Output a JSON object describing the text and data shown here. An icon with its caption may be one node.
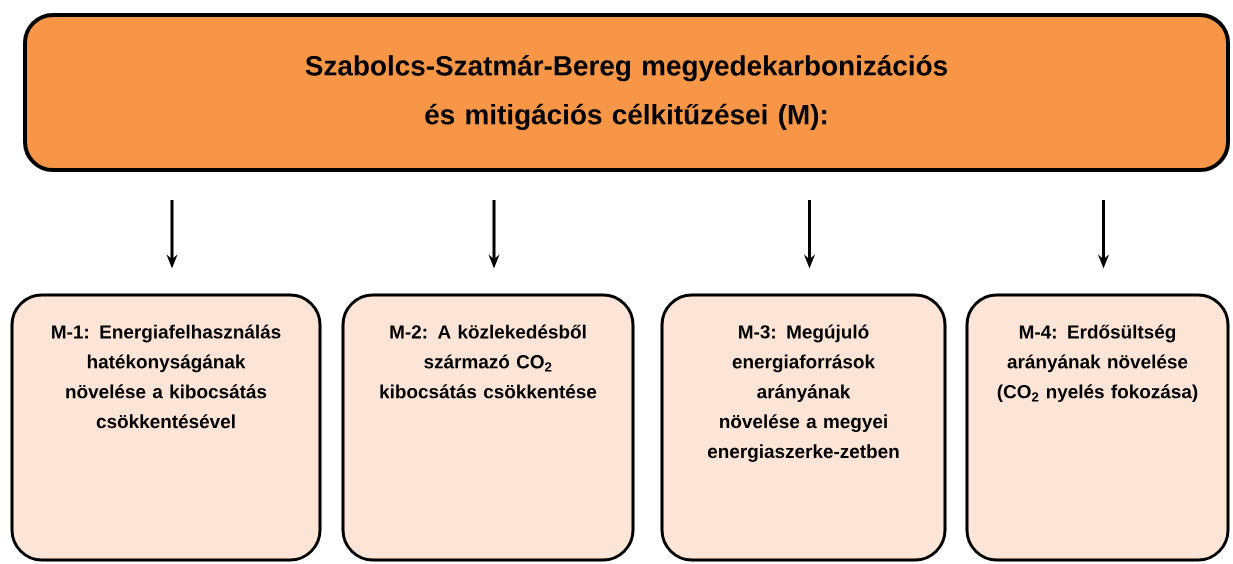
{
  "diagram": {
    "nodes": [
      {
        "text": [
          "Szabolcs-Szatmár-Bereg megyedekarbonizációs és mitigációs célkitűzései (M):"
        ]
      },
      {
        "text": [
          "M-1: Energiafelhasználás hatékonyságának növelése a kibocsátás csökkentésével"
        ]
      },
      {
        "text": [
          "M-2: A közlekedésből származó CO$_{2}$ kibocsátás csökkentése"
        ]
      },
      {
        "text": [
          "M-3: Megújuló energiaforrások arányának növelése a megyei energiaszerke-zetben"
        ]
      },
      {
        "text": [
          "M-4: Erdősültség arányának növelése (CO$_{2}$ nyelés fokozása)"
        ]
      }
    ],
    "edges": [
      {
        "from": 0,
        "to": 1,
        "arrow": "to"
      },
      {
        "from": 0,
        "to": 2,
        "arrow": "to"
      },
      {
        "from": 0,
        "to": 3,
        "arrow": "to"
      },
      {
        "from": 0,
        "to": 4,
        "arrow": "to"
      }
    ]
  }
}
